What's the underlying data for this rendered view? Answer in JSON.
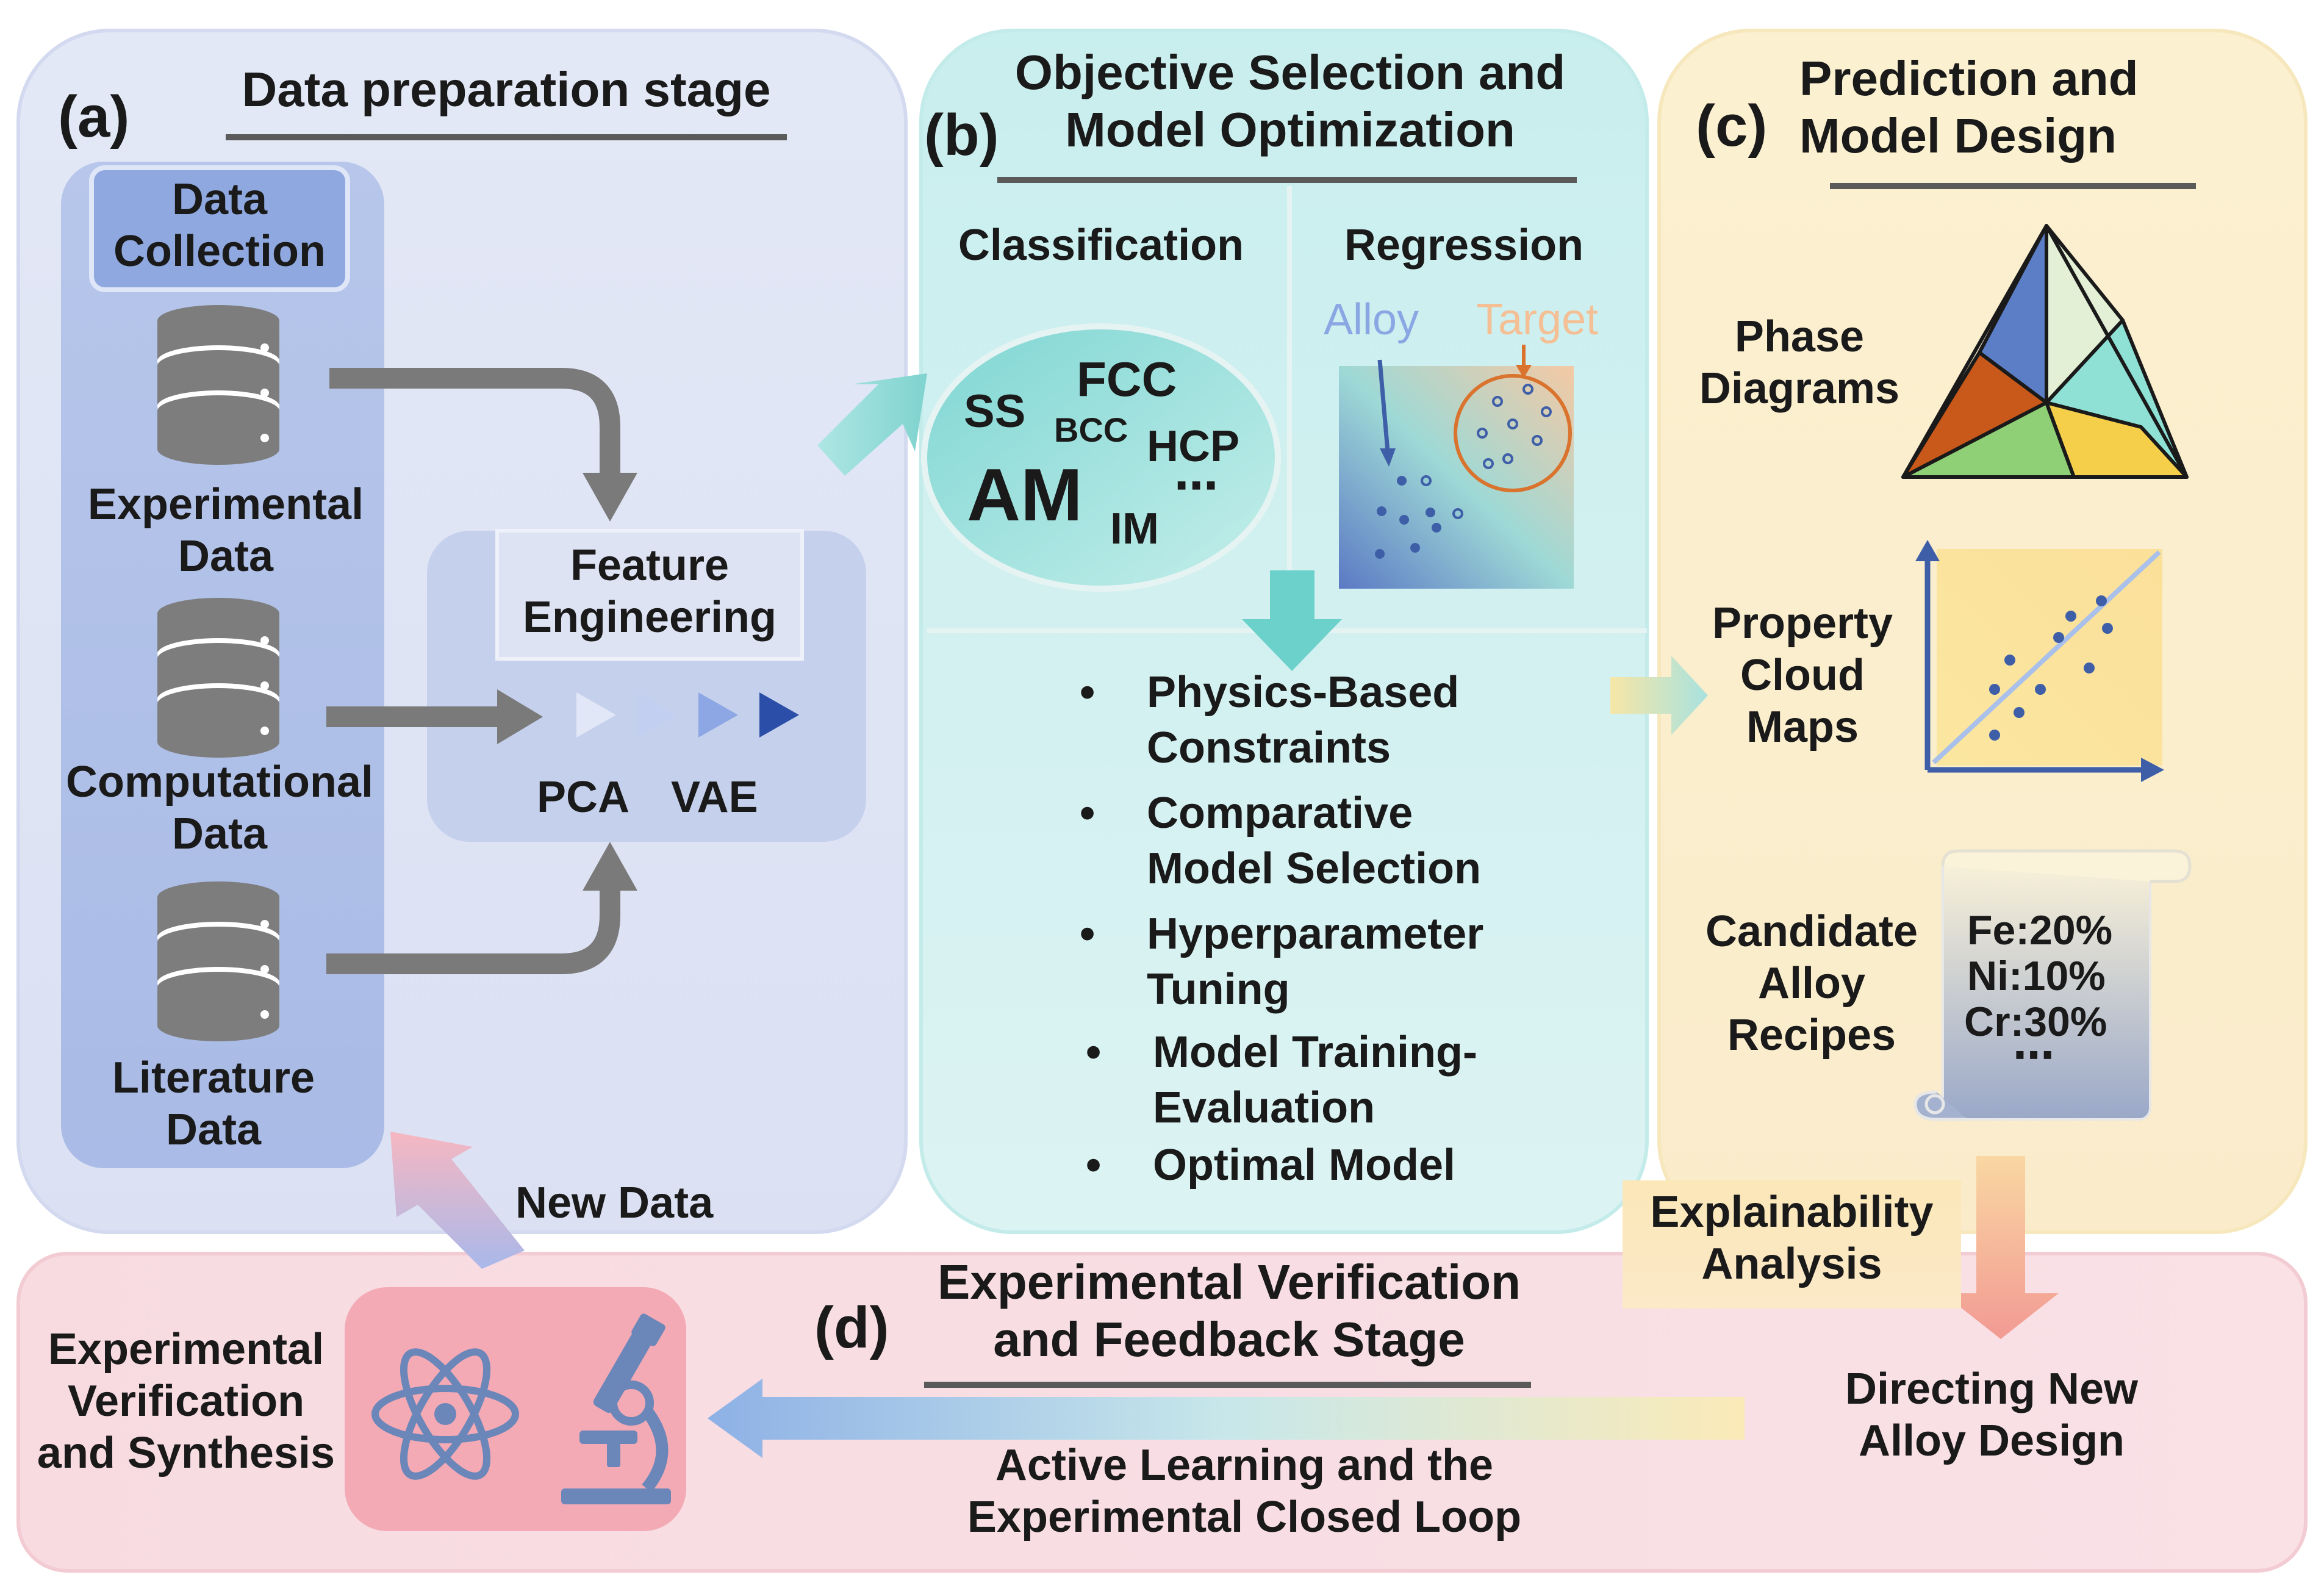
{
  "panel_a": {
    "label": "(a)",
    "title": "Data preparation stage",
    "data_collection": "Data\nCollection",
    "sources": [
      "Experimental\nData",
      "Computational\nData",
      "Literature\nData"
    ],
    "feature_engineering": "Feature\nEngineering",
    "methods": [
      "PCA",
      "VAE"
    ]
  },
  "panel_b": {
    "label": "(b)",
    "title": "Objective Selection and\nModel Optimization",
    "classification": {
      "heading": "Classification",
      "classes": [
        "SS",
        "FCC",
        "BCC",
        "HCP",
        "AM",
        "IM",
        "⋯"
      ]
    },
    "regression": {
      "heading": "Regression",
      "alloy_label": "Alloy",
      "target_label": "Target"
    },
    "steps": [
      "Physics-Based\nConstraints",
      "Comparative\nModel Selection",
      "Hyperparameter\nTuning",
      "Model Training-\nEvaluation",
      "Optimal Model"
    ],
    "bullet": "•"
  },
  "panel_c": {
    "label": "(c)",
    "title": "Prediction and\nModel Design",
    "items": [
      "Phase\nDiagrams",
      "Property\nCloud\nMaps",
      "Candidate\nAlloy\nRecipes"
    ],
    "recipe": [
      "Fe:20%",
      "Ni:10%",
      "Cr:30%",
      "⋯"
    ]
  },
  "panel_d": {
    "label": "(d)",
    "title": "Experimental Verification\nand Feedback Stage",
    "verification": "Experimental\nVerification\nand Synthesis",
    "loop": "Active Learning and the\nExperimental Closed Loop",
    "directing": "Directing New\nAlloy Design",
    "explainability": "Explainability\nAnalysis",
    "new_data": "New Data"
  },
  "colors": {
    "panel_a": "#dfe5f5",
    "panel_b": "#d4f0f0",
    "panel_c": "#fbf0cf",
    "panel_d": "#f9dfe4",
    "arrow_gray": "#7a7a7a",
    "dot_blue": "#3e5fa8",
    "target_ring": "#d9732d"
  },
  "icons": [
    "database-icon",
    "atom-icon",
    "microscope-icon",
    "scroll-icon",
    "ternary-diagram-icon",
    "scatter-plot-icon"
  ]
}
